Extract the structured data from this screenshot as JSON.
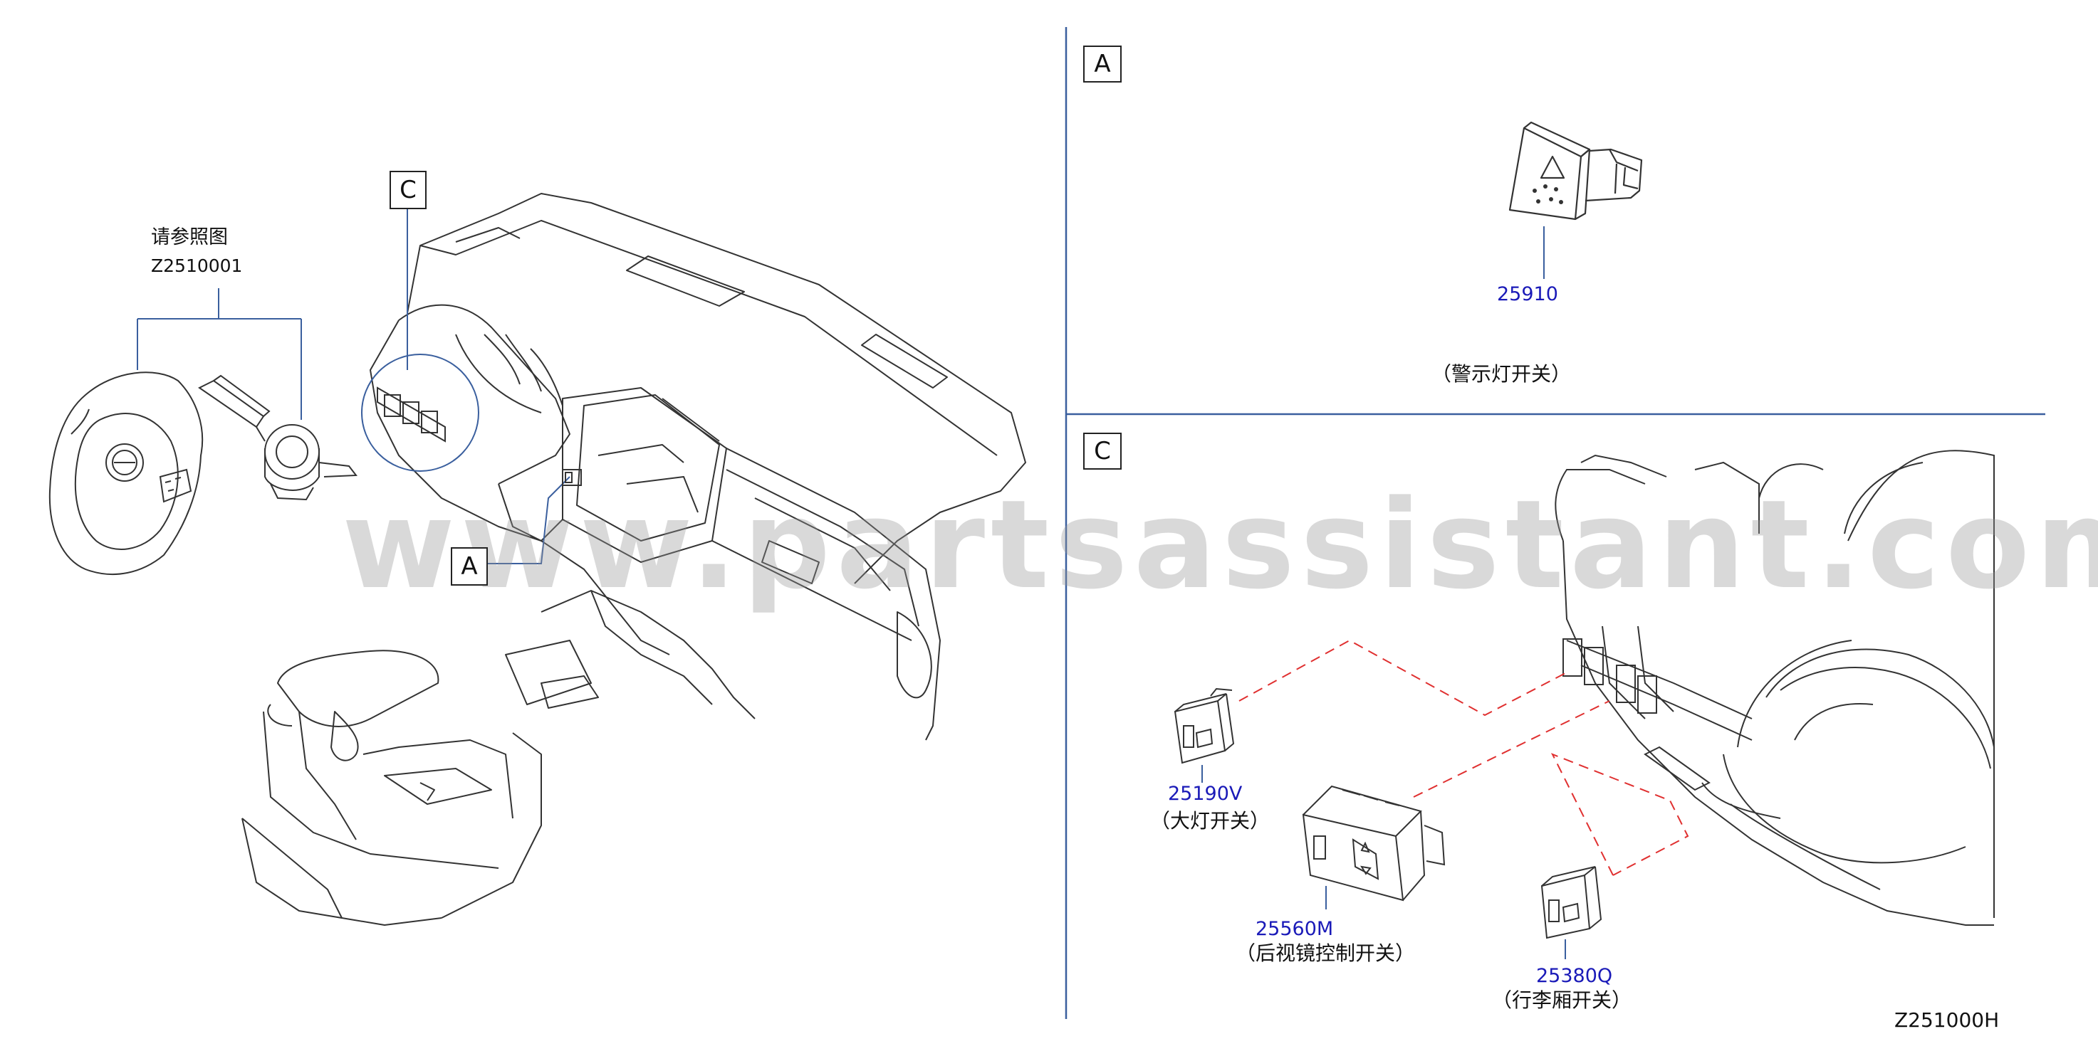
{
  "callouts": {
    "a": "A",
    "c": "C"
  },
  "reference": {
    "cn": "请参照图",
    "code": "Z2510001"
  },
  "panel_a": {
    "label": "A",
    "part": {
      "number": "25910",
      "name": "（警示灯开关）"
    }
  },
  "panel_c": {
    "label": "C",
    "parts": [
      {
        "number": "25190V",
        "name": "（大灯开关）"
      },
      {
        "number": "25560M",
        "name": "（后视镜控制开关）"
      },
      {
        "number": "25380Q",
        "name": "（行李厢开关）"
      }
    ]
  },
  "watermark": "www.partsassistant.com",
  "figure_code": "Z251000H",
  "colors": {
    "part_number": "#1a1ab8",
    "divider": "#3a5f9e",
    "leader": "#3a5f9e",
    "dashed": "#e03030",
    "outline": "#333333"
  }
}
